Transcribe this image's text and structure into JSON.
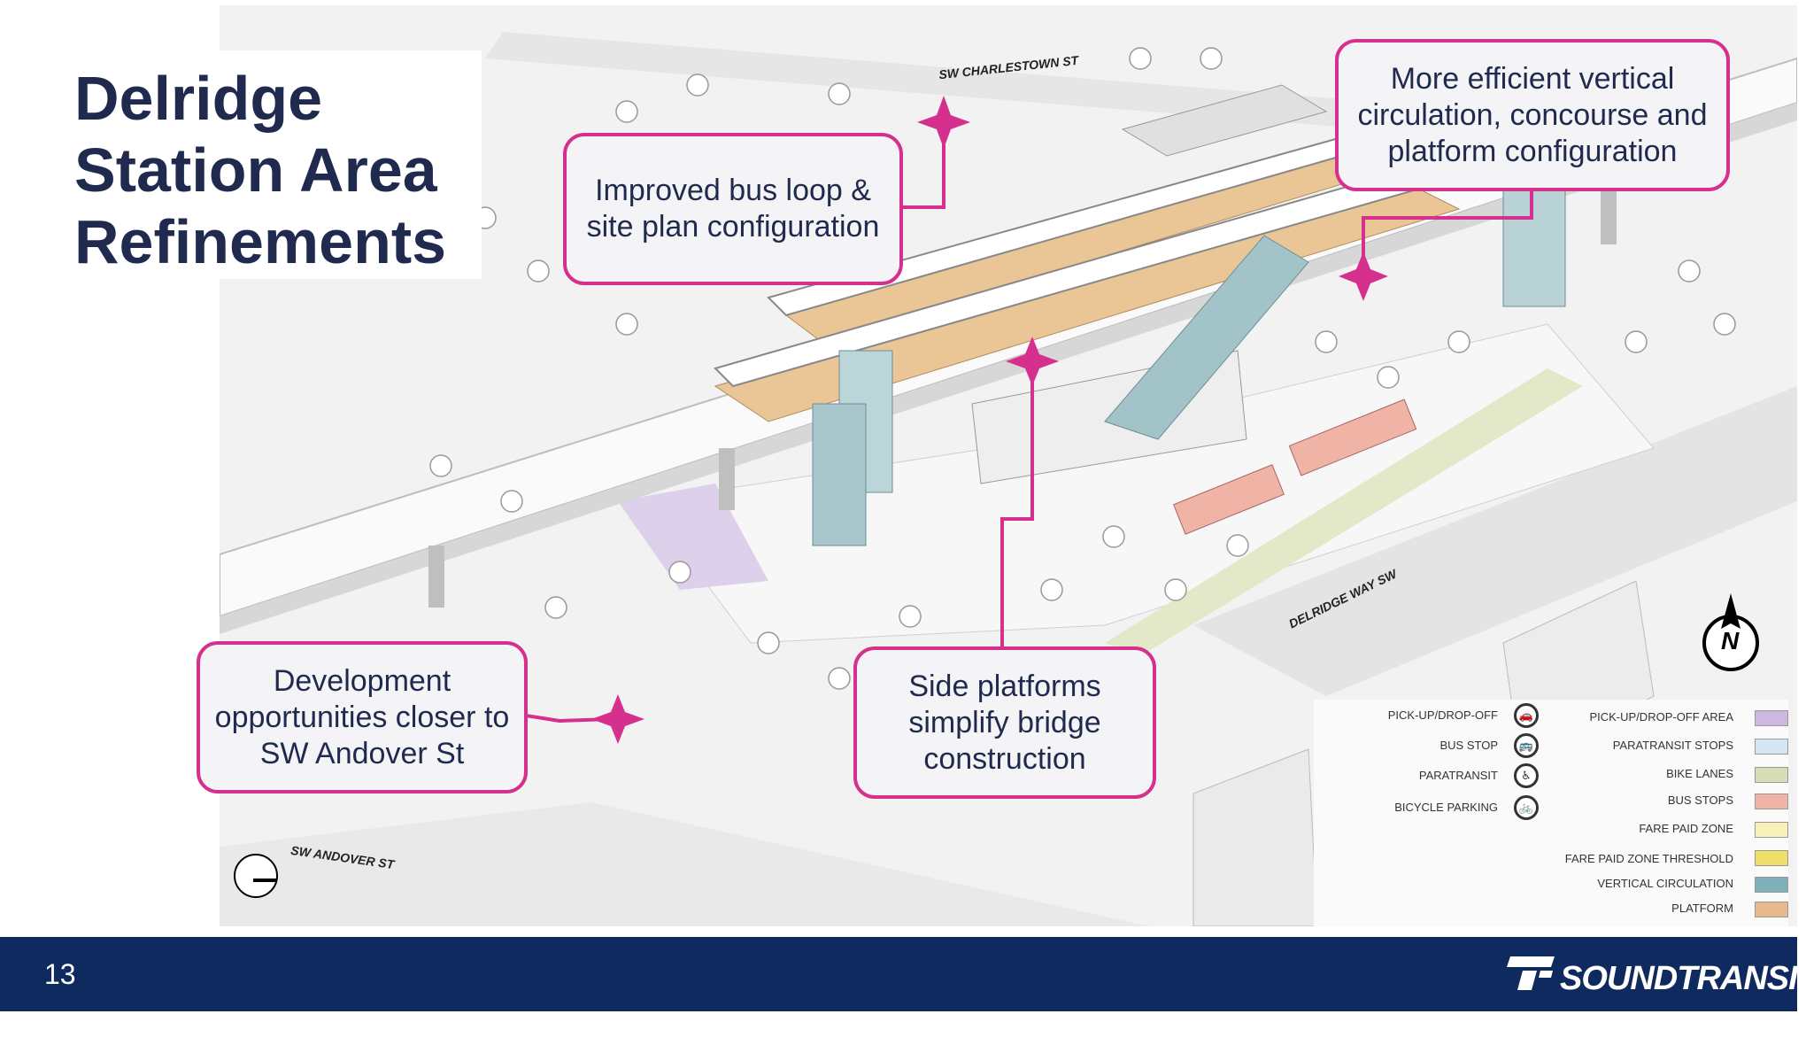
{
  "title_lines": [
    "Delridge",
    "Station Area",
    "Refinements"
  ],
  "callouts": {
    "bus_loop": "Improved bus loop & site plan configuration",
    "vertical_circulation": "More efficient vertical circulation, concourse and platform configuration",
    "development": "Development opportunities closer to SW Andover St",
    "side_platforms": "Side platforms simplify bridge construction"
  },
  "streets": {
    "charlestown": "SW CHARLESTOWN ST",
    "delridge": "DELRIDGE WAY SW",
    "andover": "SW ANDOVER ST"
  },
  "north_label": "N",
  "legend_icons": [
    {
      "label": "PICK-UP/DROP-OFF",
      "icon": "car-icon",
      "glyph": "🚗"
    },
    {
      "label": "BUS STOP",
      "icon": "bus-icon",
      "glyph": "🚌"
    },
    {
      "label": "PARATRANSIT",
      "icon": "paratransit-icon",
      "glyph": "♿"
    },
    {
      "label": "BICYCLE PARKING",
      "icon": "bicycle-icon",
      "glyph": "🚲"
    }
  ],
  "legend_swatches": [
    {
      "label": "PICK-UP/DROP-OFF AREA",
      "color": "#cdb9e0"
    },
    {
      "label": "PARATRANSIT STOPS",
      "color": "#d3e6f2"
    },
    {
      "label": "BIKE LANES",
      "color": "#d6deb6"
    },
    {
      "label": "BUS STOPS",
      "color": "#f2b3a7"
    },
    {
      "label": "FARE PAID ZONE",
      "color": "#f8f0b6"
    },
    {
      "label": "FARE PAID ZONE THRESHOLD",
      "color": "#f0df6a"
    },
    {
      "label": "VERTICAL CIRCULATION",
      "color": "#7fb0ba"
    },
    {
      "label": "PLATFORM",
      "color": "#e8b98a"
    }
  ],
  "footer": {
    "page_number": "13",
    "brand": "SOUNDTRANSIT"
  },
  "colors": {
    "accent_magenta": "#d6308f",
    "title_navy": "#1f2a4e",
    "footer_navy": "#0f2a5e"
  }
}
